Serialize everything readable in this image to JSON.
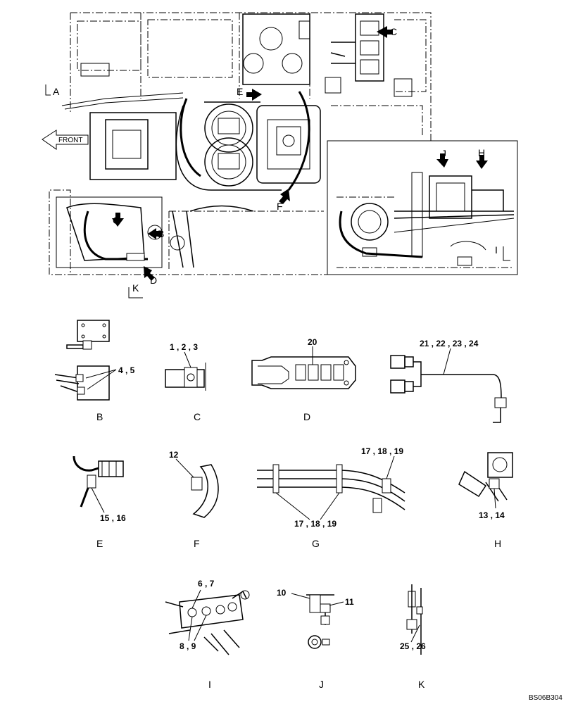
{
  "callouts": {
    "A": "A",
    "B": "B",
    "C": "C",
    "D": "D",
    "E": "E",
    "F": "F",
    "G": "G",
    "H": "H",
    "I": "I",
    "J": "J",
    "K": "K",
    "front": "FRONT"
  },
  "parts": {
    "p4_5": "4 , 5",
    "p1_2_3": "1 , 2 , 3",
    "p20": "20",
    "p21_24": "21 , 22 , 23 , 24",
    "p12": "12",
    "p17_19_top": "17 , 18 , 19",
    "p17_19_bottom": "17 , 18 , 19",
    "p15_16": "15 , 16",
    "p13_14": "13 , 14",
    "p6_7": "6 , 7",
    "p8_9": "8 , 9",
    "p10": "10",
    "p11": "11",
    "p25_26": "25 , 26"
  },
  "captions": {
    "B": "B",
    "C": "C",
    "D": "D",
    "E": "E",
    "F": "F",
    "G": "G",
    "H": "H",
    "I": "I",
    "J": "J",
    "K": "K"
  },
  "drawing_code": "BS06B304"
}
